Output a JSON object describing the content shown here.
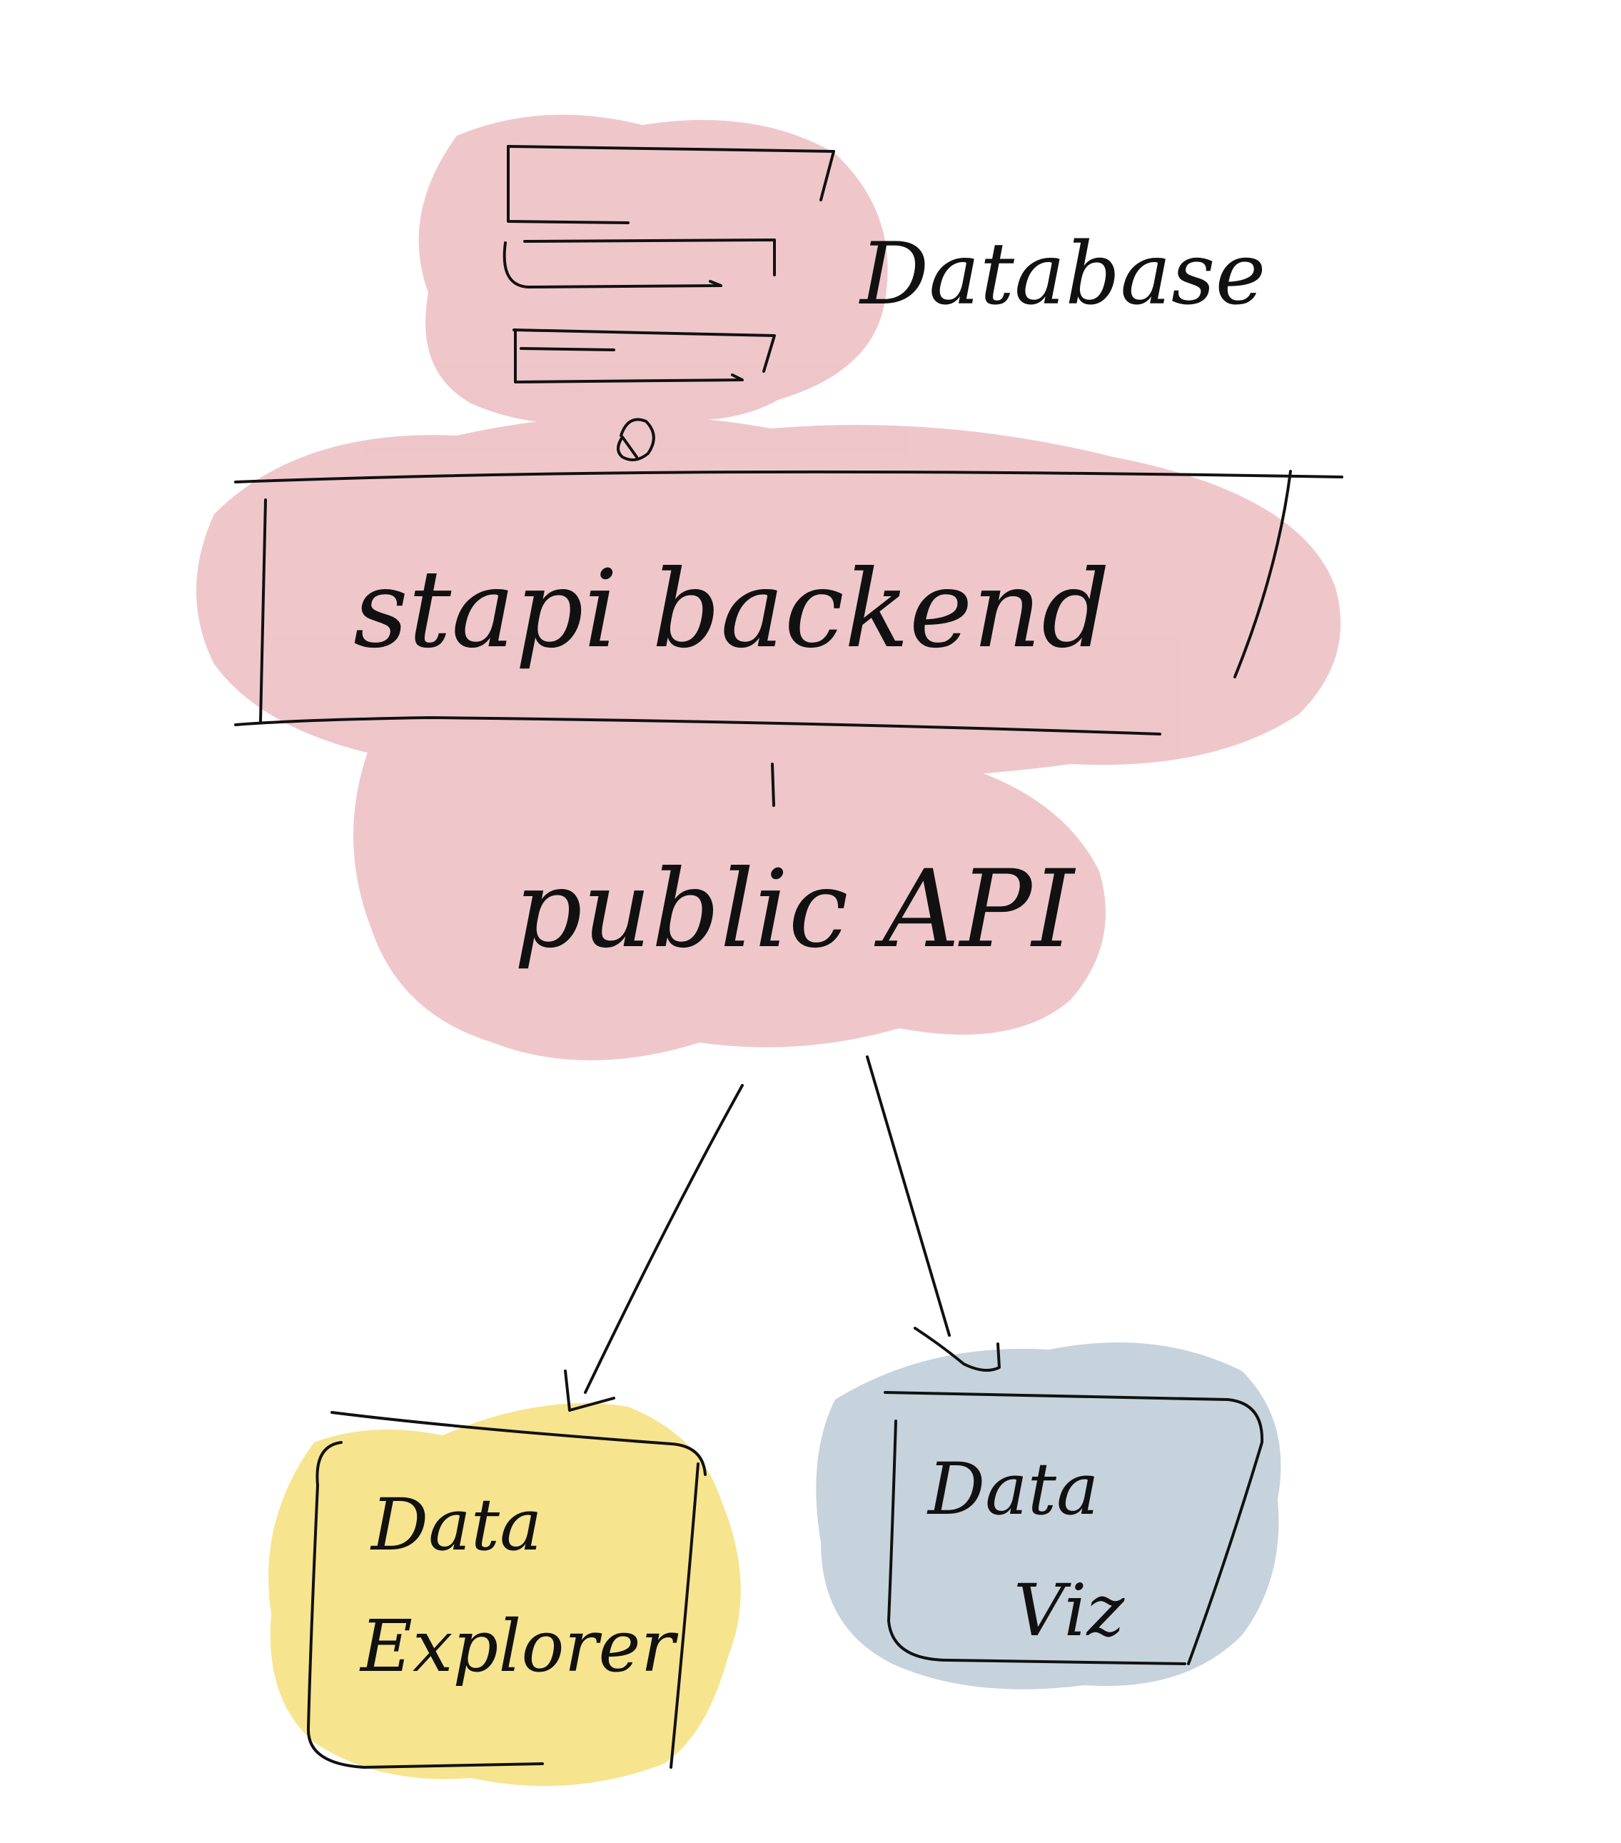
{
  "labels": {
    "database": "Database",
    "backend": "stapi backend",
    "public_api": "public API",
    "explorer_line1": "Data",
    "explorer_line2": "Explorer",
    "viz_line1": "Data",
    "viz_line2": "Viz"
  },
  "colors": {
    "ink": "#111111",
    "backend_wash": "#e9b4b8",
    "explorer_wash": "#f5dd72",
    "viz_wash": "#bccbd6",
    "background": "#ffffff"
  }
}
